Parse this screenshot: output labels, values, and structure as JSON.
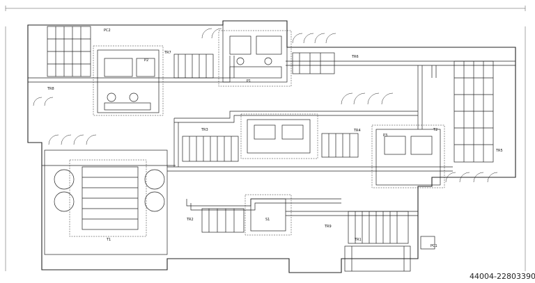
{
  "stations": {
    "pc1": "PC1",
    "pc2": "PC2",
    "p1": "P1",
    "p2": "P2",
    "p3": "P3",
    "t1": "T1",
    "t2": "T2",
    "s1": "S1",
    "tr1": "TR1",
    "tr2": "TR2",
    "tr3": "TR3",
    "tr4": "TR4",
    "tr5": "TR5",
    "tr6": "TR6",
    "tr7": "TR7",
    "tr8": "TR8",
    "tr9": "TR9"
  },
  "watermark": "44004-22803390"
}
